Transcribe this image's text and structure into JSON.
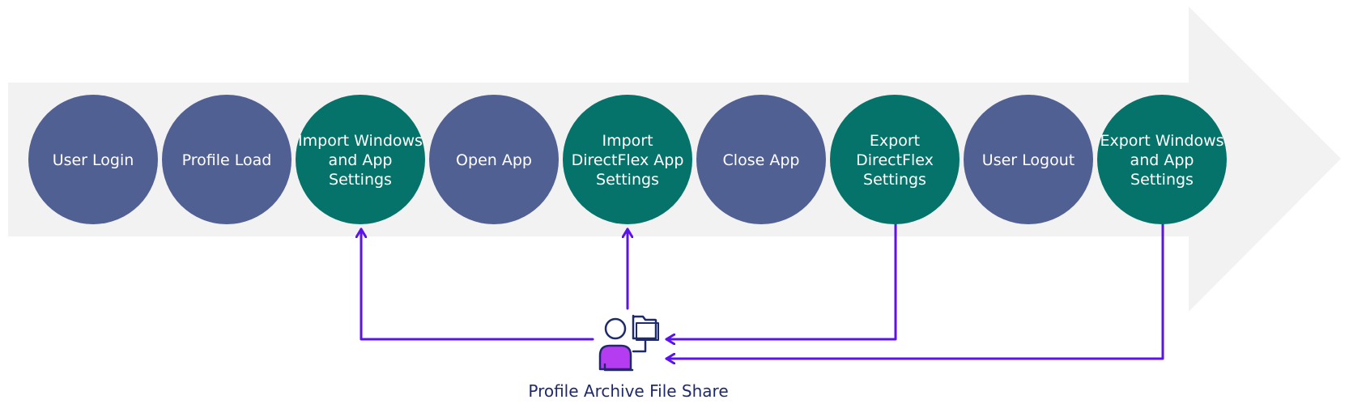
{
  "steps": [
    {
      "label": "User Login",
      "kind": "user"
    },
    {
      "label": "Profile Load",
      "kind": "user"
    },
    {
      "label": "Import Windows and App Settings",
      "kind": "settings"
    },
    {
      "label": "Open App",
      "kind": "user"
    },
    {
      "label": "Import DirectFlex App Settings",
      "kind": "settings"
    },
    {
      "label": "Close App",
      "kind": "user"
    },
    {
      "label": "Export DirectFlex Settings",
      "kind": "settings"
    },
    {
      "label": "User Logout",
      "kind": "user"
    },
    {
      "label": "Export Windows and App Settings",
      "kind": "settings"
    }
  ],
  "share": {
    "label": "Profile Archive File Share",
    "icon": "user-folder-icon"
  },
  "colors": {
    "arrow_band": "#f2f2f2",
    "user_step": "#516093",
    "settings_step": "#06736b",
    "connector": "#5b12ec",
    "icon_outline": "#1f2a6b",
    "icon_fill": "#b63cf2"
  }
}
